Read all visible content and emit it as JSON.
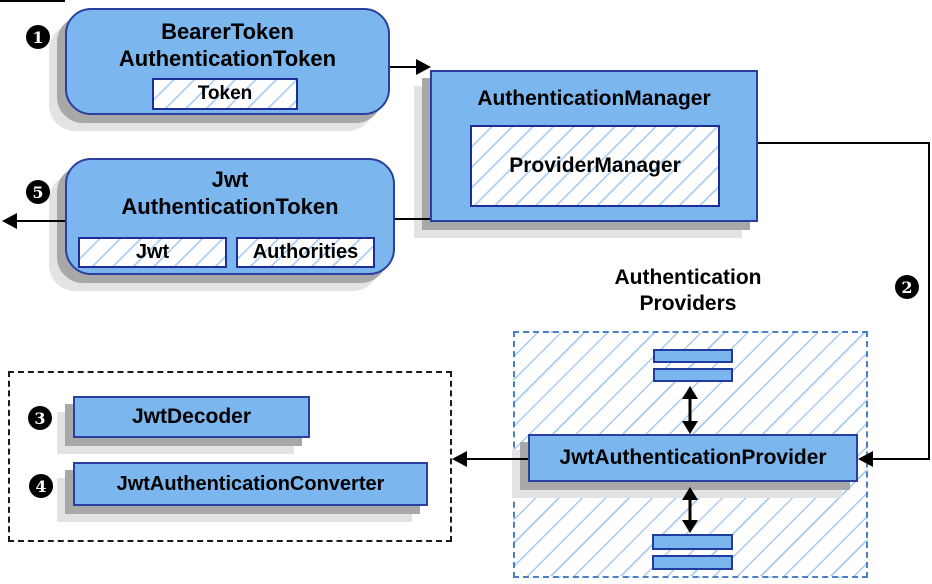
{
  "badges": {
    "step1": "1",
    "step2": "2",
    "step3": "3",
    "step4": "4",
    "step5": "5"
  },
  "nodes": {
    "bearer_token": {
      "line1": "BearerToken",
      "line2": "AuthenticationToken",
      "chip": "Token"
    },
    "authentication_manager": {
      "title": "AuthenticationManager",
      "chip": "ProviderManager"
    },
    "jwt_authentication_token": {
      "line1": "Jwt",
      "line2": "AuthenticationToken",
      "chip1": "Jwt",
      "chip2": "Authorities"
    },
    "authentication_providers": {
      "line1": "Authentication",
      "line2": "Providers"
    },
    "jwt_authentication_provider": {
      "label": "JwtAuthenticationProvider"
    },
    "jwt_decoder": {
      "label": "JwtDecoder"
    },
    "jwt_authentication_converter": {
      "label": "JwtAuthenticationConverter"
    }
  },
  "colors": {
    "node_fill": "#7cb6ee",
    "node_border": "#2b3f9e",
    "chip_border": "#1f2d96",
    "hatch_line": "#aed0f2",
    "providers_dash": "#4b7fc4",
    "black_dash": "#1a1a1a",
    "shadow_dark": "#a8a8a8",
    "shadow_light": "#e3e3e3",
    "connector": "#000000",
    "badge_bg": "#000000",
    "badge_text": "#ffffff"
  }
}
